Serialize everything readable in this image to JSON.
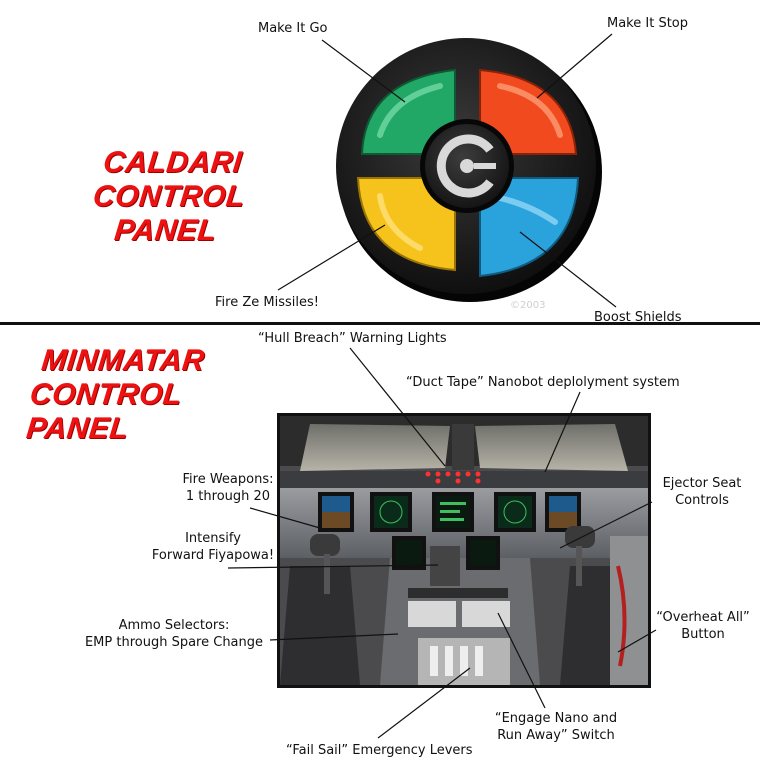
{
  "caldari": {
    "title": [
      "CALDARI CONTROL",
      "PANEL"
    ],
    "labels": {
      "go": "Make It Go",
      "stop": "Make It Stop",
      "missiles": "Fire Ze Missiles!",
      "shields": "Boost Shields"
    },
    "watermark": "©2003",
    "colors": {
      "green": "#22a866",
      "red": "#f04a1e",
      "yellow": "#f6c21c",
      "blue": "#2aa3dd"
    }
  },
  "minmatar": {
    "title": [
      "MINMATAR",
      "CONTROL PANEL"
    ],
    "labels": {
      "hull": "“Hull Breach” Warning Lights",
      "duct": "“Duct Tape” Nanobot deplolyment system",
      "fire_weapons": [
        "Fire Weapons:",
        "1 through 20"
      ],
      "ejector": [
        "Ejector Seat",
        "Controls"
      ],
      "intensify": [
        "Intensify",
        "Forward Fiyapowa!"
      ],
      "ammo": [
        "Ammo Selectors:",
        "EMP through Spare Change"
      ],
      "overheat": [
        "“Overheat All”",
        "Button"
      ],
      "engage": [
        "“Engage Nano and",
        "Run Away” Switch"
      ],
      "fail_sail": "“Fail Sail” Emergency Levers"
    }
  }
}
